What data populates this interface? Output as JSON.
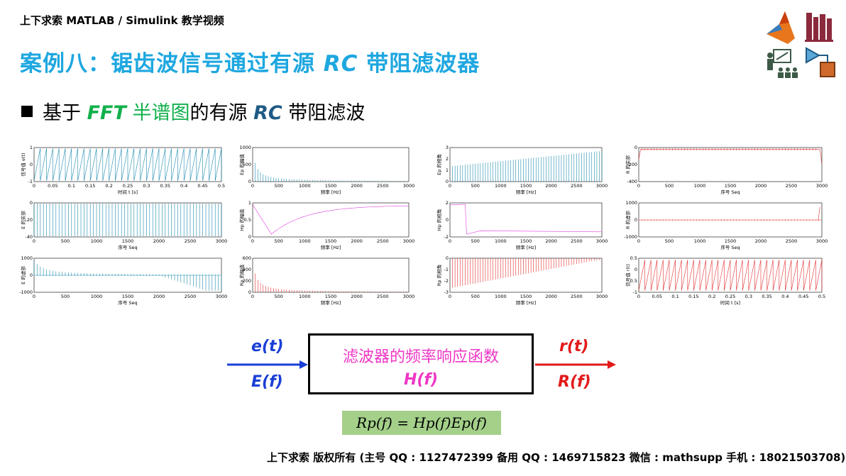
{
  "header": {
    "text": "上下求索 MATLAB / Simulink 教学视频"
  },
  "title": {
    "part1": "案例八：锯齿波信号通过有源 ",
    "rc": "RC",
    "part2": " 带阻滤波器"
  },
  "bullet": {
    "pre": "基于 ",
    "fft": "FFT",
    "mid": " 半谱图",
    "post": "的有源 ",
    "rc": "RC",
    "tail": " 带阻滤波"
  },
  "colors": {
    "blue": "#1ea7e0",
    "green": "#12b04c",
    "magenta": "#ee37c5",
    "red": "#e21a1a",
    "plot_blue": "#1f8bb0",
    "plot_red": "#e43030",
    "plot_magenta": "#e040e0"
  },
  "icons": [
    "matlab-logo-icon",
    "bookshelf-icon",
    "teacher-icon",
    "simulink-block-icon"
  ],
  "figures": [
    {
      "id": "fig1",
      "plots": [
        {
          "ylabel": "信号值 e(t)",
          "xlabel": "时间 t [s]",
          "xticks": [
            "0",
            "0.05",
            "0.1",
            "0.15",
            "0.2",
            "0.25",
            "0.3",
            "0.35",
            "0.4",
            "0.45",
            "0.5"
          ],
          "yticks": [
            "1",
            "0",
            "-1"
          ],
          "kind": "saw",
          "color": "#1f8bb0"
        },
        {
          "ylabel": "E 的实部",
          "xlabel": "序号 Seq",
          "xticks": [
            "0",
            "500",
            "1000",
            "1500",
            "2000",
            "2500",
            "3000"
          ],
          "yticks": [
            "0",
            "-20",
            "-40"
          ],
          "kind": "spikes_down",
          "color": "#1f8bb0"
        },
        {
          "ylabel": "E 的虚部",
          "xlabel": "序号 Seq",
          "xticks": [
            "0",
            "500",
            "1000",
            "1500",
            "2000",
            "2500",
            "3000"
          ],
          "yticks": [
            "1000",
            "0",
            "-1000"
          ],
          "kind": "imag",
          "color": "#1f8bb0"
        }
      ]
    },
    {
      "id": "fig2",
      "plots": [
        {
          "ylabel": "Ep 的幅值",
          "xlabel": "频率 [Hz]",
          "xticks": [
            "0",
            "500",
            "1000",
            "1500",
            "2000",
            "2500",
            "3000"
          ],
          "yticks": [
            "1000",
            "500",
            "0"
          ],
          "kind": "decay",
          "color": "#1f8bb0"
        },
        {
          "ylabel": "Hp 的幅值",
          "xlabel": "频率 [Hz]",
          "xticks": [
            "0",
            "500",
            "1000",
            "1500",
            "2000",
            "2500",
            "3000"
          ],
          "yticks": [
            "1",
            "0.5",
            "0"
          ],
          "kind": "notch",
          "color": "#e040e0"
        },
        {
          "ylabel": "Rp 的幅值",
          "xlabel": "频率 [Hz]",
          "xticks": [
            "0",
            "500",
            "1000",
            "1500",
            "2000",
            "2500",
            "3000"
          ],
          "yticks": [
            "600",
            "400",
            "200",
            "0"
          ],
          "kind": "decay_red",
          "color": "#e43030"
        }
      ]
    },
    {
      "id": "fig3",
      "plots": [
        {
          "ylabel": "Ep 的相角",
          "xlabel": "频率 [Hz]",
          "xticks": [
            "0",
            "500",
            "1000",
            "1500",
            "2000",
            "2500",
            "3000"
          ],
          "yticks": [
            "3",
            "2",
            "1",
            "0"
          ],
          "kind": "phase_up",
          "color": "#1f8bb0"
        },
        {
          "ylabel": "Hp 的相角",
          "xlabel": "频率 [Hz]",
          "xticks": [
            "0",
            "500",
            "1000",
            "1500",
            "2000",
            "2500",
            "3000"
          ],
          "yticks": [
            "2",
            "0",
            "-2"
          ],
          "kind": "hphase",
          "color": "#e040e0"
        },
        {
          "ylabel": "Rp 的相角",
          "xlabel": "频率 [Hz]",
          "xticks": [
            "0",
            "500",
            "1000",
            "1500",
            "2000",
            "2500",
            "3000"
          ],
          "yticks": [
            "0",
            "-1",
            "-2",
            "-3"
          ],
          "kind": "phase_down",
          "color": "#e43030"
        }
      ]
    },
    {
      "id": "fig4",
      "plots": [
        {
          "ylabel": "R 的实部",
          "xlabel": "序号 Seq",
          "xticks": [
            "0",
            "500",
            "1000",
            "1500",
            "2000",
            "2500",
            "3000"
          ],
          "yticks": [
            "0",
            "-200",
            "-400"
          ],
          "kind": "rreal",
          "color": "#e43030"
        },
        {
          "ylabel": "R 的虚部",
          "xlabel": "序号 Seq",
          "xticks": [
            "0",
            "500",
            "1000",
            "1500",
            "2000",
            "2500",
            "3000"
          ],
          "yticks": [
            "1000",
            "0",
            "-1000"
          ],
          "kind": "rimag",
          "color": "#e43030"
        },
        {
          "ylabel": "信号值 r(t)",
          "xlabel": "时间 t [s]",
          "xticks": [
            "0",
            "0.05",
            "0.1",
            "0.15",
            "0.2",
            "0.25",
            "0.3",
            "0.35",
            "0.4",
            "0.45",
            "0.5"
          ],
          "yticks": [
            "0.5",
            "0",
            "-0.5",
            "-1"
          ],
          "kind": "rsaw",
          "color": "#e43030"
        }
      ]
    }
  ],
  "diagram": {
    "input_time": "e(t)",
    "input_freq": "E(f)",
    "box_title": "滤波器的频率响应函数",
    "box_sub": "H(f)",
    "output_time": "r(t)",
    "output_freq": "R(f)"
  },
  "equation": "Rp(f) = Hp(f)Ep(f)",
  "footer": "上下求索  版权所有 (主号 QQ : 1127472399   备用 QQ : 1469715823   微信 : mathsupp   手机 : 18021503708)"
}
